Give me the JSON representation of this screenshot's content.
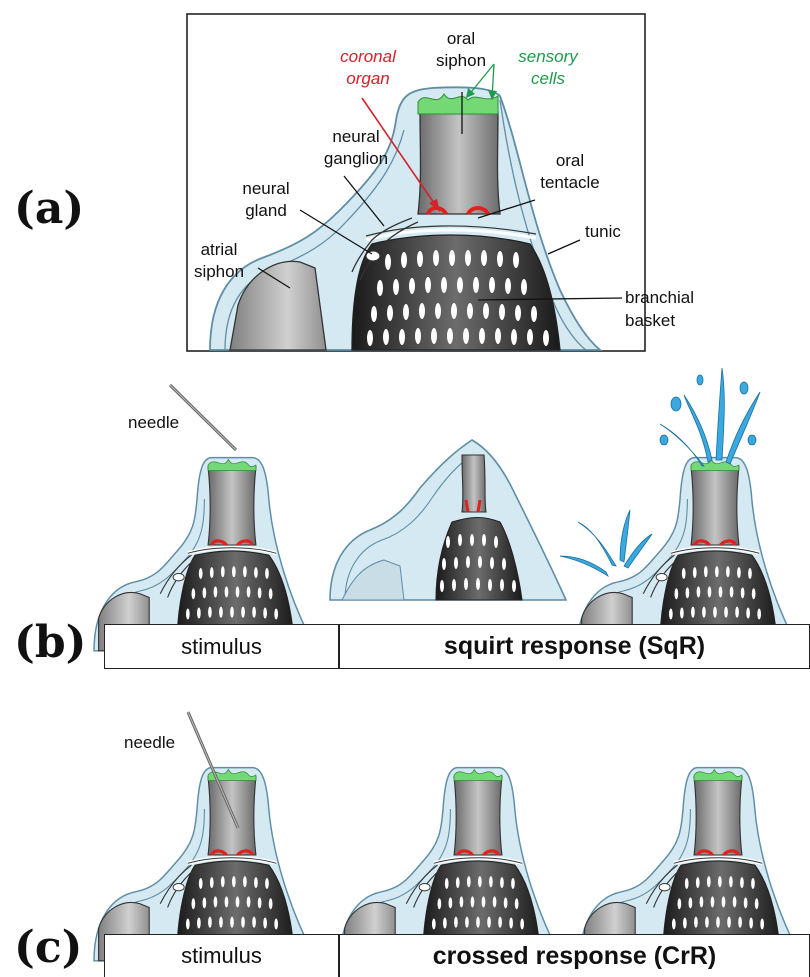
{
  "panels": {
    "a": {
      "letter": "(a)",
      "labels": {
        "oral_siphon": [
          "oral",
          "siphon"
        ],
        "coronal_organ": [
          "coronal",
          "organ"
        ],
        "sensory_cells": [
          "sensory",
          "cells"
        ],
        "neural_ganglion": [
          "neural",
          "ganglion"
        ],
        "oral_tentacle": [
          "oral",
          "tentacle"
        ],
        "neural_gland": [
          "neural",
          "gland"
        ],
        "tunic": "tunic",
        "atrial_siphon": [
          "atrial",
          "siphon"
        ],
        "branchial_basket": [
          "branchial",
          "basket"
        ]
      }
    },
    "b": {
      "letter": "(b)",
      "needle_label": "needle",
      "stimulus": "stimulus",
      "response": "squirt response (SqR)"
    },
    "c": {
      "letter": "(c)",
      "needle_label": "needle",
      "stimulus": "stimulus",
      "response": "crossed response (CrR)"
    }
  },
  "colors": {
    "tunic": "#cfe6f0",
    "tunic_stroke": "#5a8aa0",
    "body_dark": "#5a5a5a",
    "body_light": "#b4b4b4",
    "coronal_organ": "#e0221f",
    "sensory_cells": "#6cd36c",
    "water": "#3aa9e0"
  }
}
